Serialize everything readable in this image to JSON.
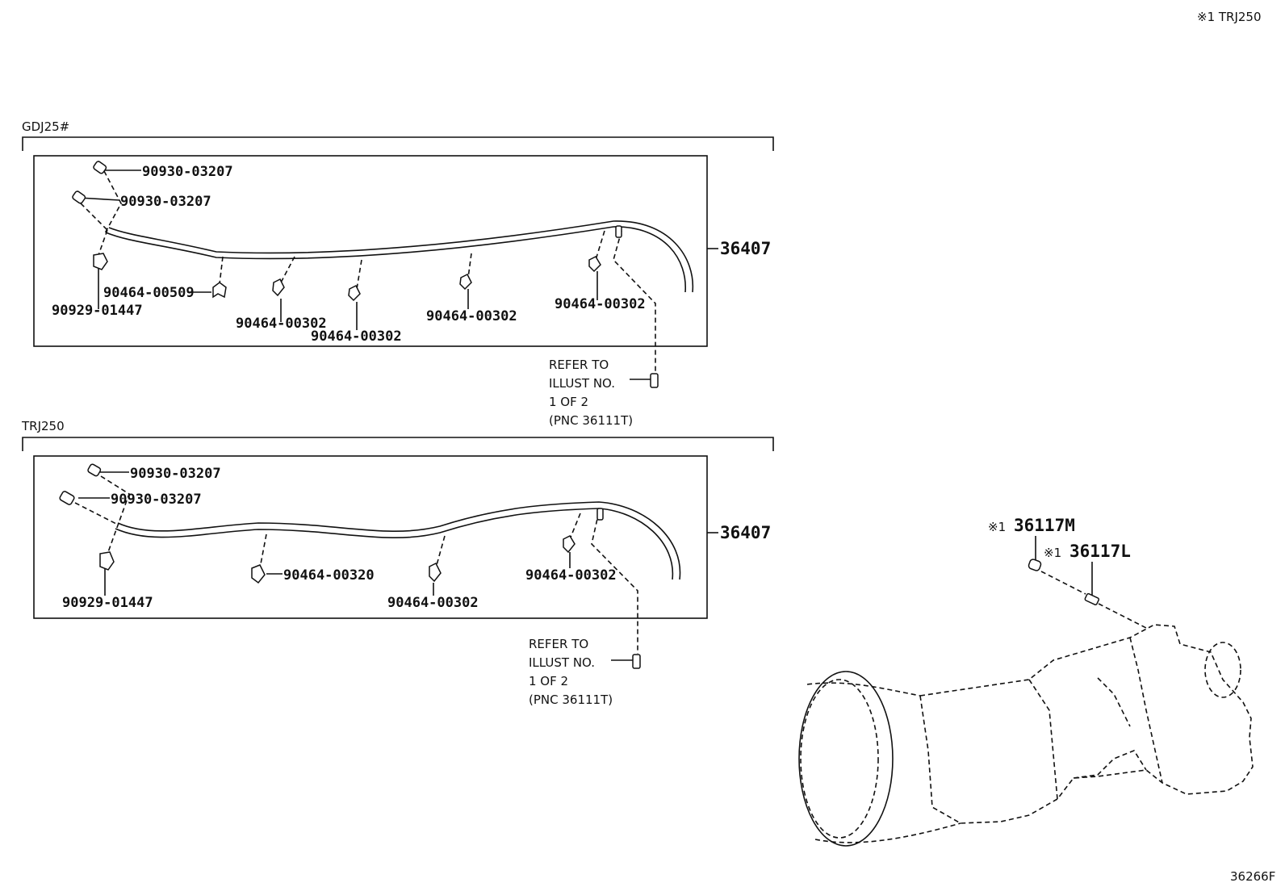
{
  "header": {
    "note": "※1 TRJ250",
    "footer_code": "36266F"
  },
  "gdj": {
    "section_label": "GDJ25#",
    "assembly_label": "36407",
    "parts": [
      "90930-03207",
      "90930-03207",
      "90929-01447",
      "90464-00509",
      "90464-00302",
      "90464-00302",
      "90464-00302",
      "90464-00302"
    ],
    "refer": [
      "REFER TO",
      "ILLUST NO.",
      "1 OF 2",
      "(PNC 36111T)"
    ]
  },
  "trj": {
    "section_label": "TRJ250",
    "assembly_label": "36407",
    "parts": [
      "90930-03207",
      "90930-03207",
      "90929-01447",
      "90464-00320",
      "90464-00302",
      "90464-00302"
    ],
    "refer": [
      "REFER TO",
      "ILLUST NO.",
      "1 OF 2",
      "(PNC 36111T)"
    ]
  },
  "transmission": {
    "mark": "※1",
    "parts": [
      "36117M",
      "36117L"
    ]
  }
}
